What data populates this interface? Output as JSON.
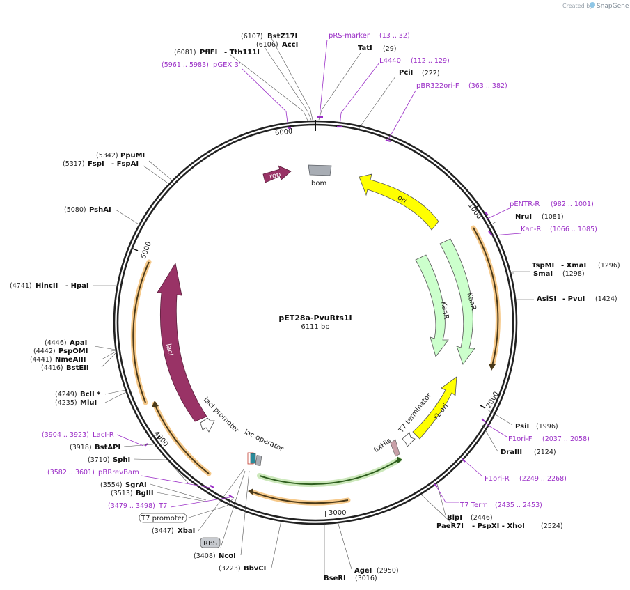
{
  "watermark": {
    "prefix": "Created by",
    "brand": "SnapGene"
  },
  "plasmid": {
    "name": "pET28a-PvuRts1I",
    "length_label": "6111 bp"
  },
  "ticks": {
    "t1000": "1000",
    "t2000": "2000",
    "t3000": "3000",
    "t4000": "4000",
    "t5000": "5000",
    "t6000": "6000"
  },
  "features": {
    "rop": "rop",
    "bom": "bom",
    "ori": "ori",
    "kanr_inner": "KanR",
    "kanr_outer": "KanR",
    "laci": "lacI",
    "f1ori": "f1 ori",
    "t7term": "T7 terminator",
    "his": "6xHis",
    "lacprom": "lacI promoter",
    "lacop": "lac operator"
  },
  "boxed": {
    "t7promoter": "T7 promoter",
    "rbs": "RBS"
  },
  "sites": [
    {
      "id": "bstz17i",
      "pos": "(6107)",
      "name": "BstZ17I"
    },
    {
      "id": "acci",
      "pos": "(6106)",
      "name": "AccI"
    },
    {
      "id": "pflfi",
      "pos": "(6081)",
      "name": "PflFI",
      "extra": "- Tth111I"
    },
    {
      "id": "tati",
      "pos": "(29)",
      "name": "TatI"
    },
    {
      "id": "pcii",
      "pos": "(222)",
      "name": "PciI"
    },
    {
      "id": "ppumi",
      "pos": "(5342)",
      "name": "PpuMI"
    },
    {
      "id": "fspi",
      "pos": "(5317)",
      "name": "FspI",
      "extra": "- FspAI"
    },
    {
      "id": "pshai",
      "pos": "(5080)",
      "name": "PshAI"
    },
    {
      "id": "hincii",
      "pos": "(4741)",
      "name": "HincII",
      "extra": "- HpaI"
    },
    {
      "id": "apai",
      "pos": "(4446)",
      "name": "ApaI"
    },
    {
      "id": "pspomi",
      "pos": "(4442)",
      "name": "PspOMI"
    },
    {
      "id": "nmeaiii",
      "pos": "(4441)",
      "name": "NmeAIII"
    },
    {
      "id": "bsteii",
      "pos": "(4416)",
      "name": "BstEII"
    },
    {
      "id": "bcli",
      "pos": "(4249)",
      "name": "BclI *"
    },
    {
      "id": "mlui",
      "pos": "(4235)",
      "name": "MluI"
    },
    {
      "id": "bstapi",
      "pos": "(3918)",
      "name": "BstAPI"
    },
    {
      "id": "sphi",
      "pos": "(3710)",
      "name": "SphI"
    },
    {
      "id": "sgrai",
      "pos": "(3554)",
      "name": "SgrAI"
    },
    {
      "id": "bglii",
      "pos": "(3513)",
      "name": "BglII"
    },
    {
      "id": "xbai",
      "pos": "(3447)",
      "name": "XbaI"
    },
    {
      "id": "ncoi",
      "pos": "(3408)",
      "name": "NcoI"
    },
    {
      "id": "bbvci",
      "pos": "(3223)",
      "name": "BbvCI"
    },
    {
      "id": "agei",
      "pos": "(2950)",
      "name": "AgeI"
    },
    {
      "id": "bseri",
      "pos": "(3016)",
      "name": "BseRI"
    },
    {
      "id": "nrui",
      "pos": "(1081)",
      "name": "NruI"
    },
    {
      "id": "tspmi",
      "pos": "(1296)",
      "name": "TspMI",
      "extra": "- XmaI"
    },
    {
      "id": "smai",
      "pos": "(1298)",
      "name": "SmaI"
    },
    {
      "id": "asisi",
      "pos": "(1424)",
      "name": "AsiSI",
      "extra": "- PvuI"
    },
    {
      "id": "psii",
      "pos": "(1996)",
      "name": "PsiI"
    },
    {
      "id": "draiii",
      "pos": "(2124)",
      "name": "DraIII"
    },
    {
      "id": "blpi",
      "pos": "(2446)",
      "name": "BlpI"
    },
    {
      "id": "paer7i",
      "pos": "(2524)",
      "name": "PaeR7I",
      "extra": "- PspXI   - XhoI"
    }
  ],
  "primers": [
    {
      "id": "prs",
      "name": "pRS-marker",
      "range": "(13 .. 32)"
    },
    {
      "id": "l4440",
      "name": "L4440",
      "range": "(112 .. 129)"
    },
    {
      "id": "pbr322",
      "name": "pBR322ori-F",
      "range": "(363 .. 382)"
    },
    {
      "id": "pgex",
      "name": "pGEX 3'",
      "range": "(5961 .. 5983)"
    },
    {
      "id": "pentr",
      "name": "pENTR-R",
      "range": "(982 .. 1001)"
    },
    {
      "id": "kanr",
      "name": "Kan-R",
      "range": "(1066 .. 1085)"
    },
    {
      "id": "f1orif",
      "name": "F1ori-F",
      "range": "(2037 .. 2058)"
    },
    {
      "id": "f1orir",
      "name": "F1ori-R",
      "range": "(2249 .. 2268)"
    },
    {
      "id": "t7term",
      "name": "T7 Term",
      "range": "(2435 .. 2453)"
    },
    {
      "id": "laci",
      "name": "LacI-R",
      "range": "(3904 .. 3923)"
    },
    {
      "id": "pbrrev",
      "name": "pBRrevBam",
      "range": "(3582 .. 3601)"
    },
    {
      "id": "t7",
      "name": "T7",
      "range": "(3479 .. 3498)"
    }
  ],
  "colors": {
    "backbone": "#222222",
    "rop": "#993366",
    "bom": "#a8adb4",
    "ori": "#ffff00",
    "kanr": "#ccffcc",
    "laci": "#993366",
    "f1ori": "#ffff00",
    "cds_orange": "#f0a030",
    "cds_green": "#66bb44",
    "primer": "#9b2fc7",
    "lacop_teal": "#2a8a9a"
  }
}
